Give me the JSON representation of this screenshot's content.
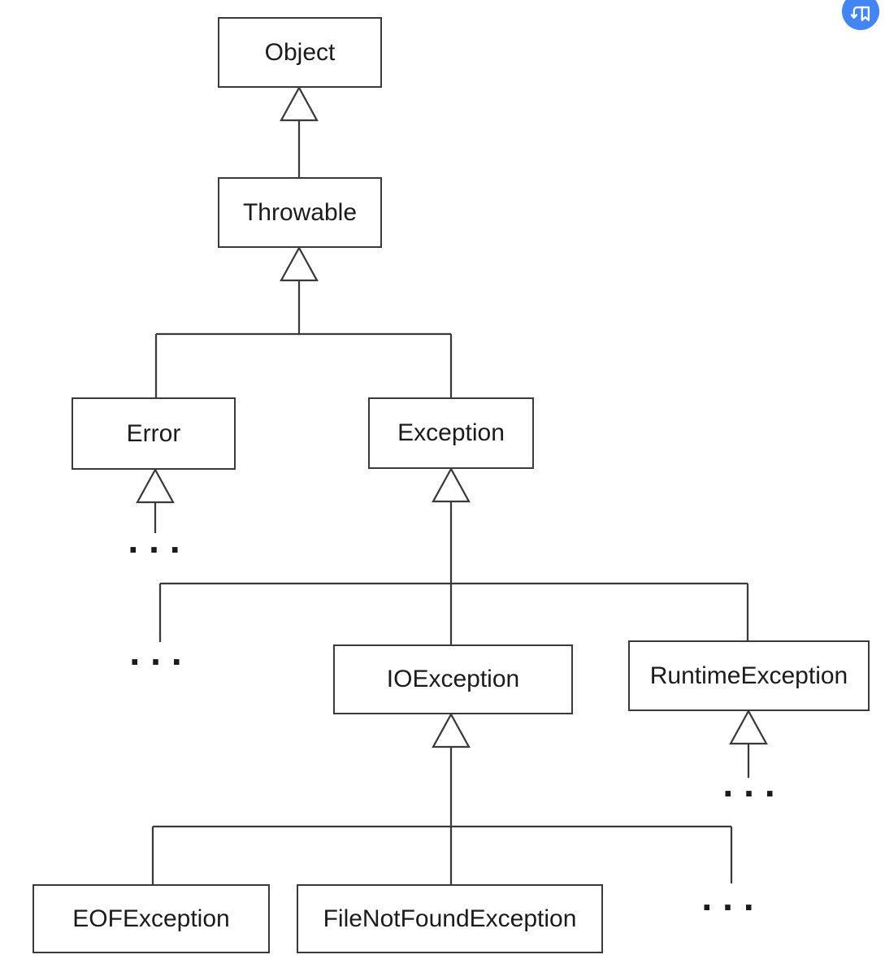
{
  "colors": {
    "background": "#ffffff",
    "line": "#3a3a3a",
    "text": "#1b1b1b",
    "badge_blue": "#4285f4",
    "badge_glyph": "#ffffff"
  },
  "ellipsis": "...",
  "nodes": {
    "object": {
      "label": "Object"
    },
    "throwable": {
      "label": "Throwable"
    },
    "error": {
      "label": "Error"
    },
    "exception": {
      "label": "Exception"
    },
    "ioexception": {
      "label": "IOException"
    },
    "runtimeexception": {
      "label": "RuntimeException"
    },
    "eofexception": {
      "label": "EOFException"
    },
    "filenotfoundexception": {
      "label": "FileNotFoundException"
    }
  },
  "edges": [
    {
      "from": "Throwable",
      "to": "Object",
      "type": "extends"
    },
    {
      "from": "Error",
      "to": "Throwable",
      "type": "extends"
    },
    {
      "from": "Exception",
      "to": "Throwable",
      "type": "extends"
    },
    {
      "from": "...",
      "to": "Error",
      "type": "extends"
    },
    {
      "from": "...",
      "to": "Exception",
      "type": "extends"
    },
    {
      "from": "IOException",
      "to": "Exception",
      "type": "extends"
    },
    {
      "from": "RuntimeException",
      "to": "Exception",
      "type": "extends"
    },
    {
      "from": "...",
      "to": "RuntimeException",
      "type": "extends"
    },
    {
      "from": "EOFException",
      "to": "IOException",
      "type": "extends"
    },
    {
      "from": "FileNotFoundException",
      "to": "IOException",
      "type": "extends"
    },
    {
      "from": "...",
      "to": "IOException",
      "type": "extends"
    }
  ],
  "badge": {
    "icon": "bookmark-arrow-icon"
  }
}
